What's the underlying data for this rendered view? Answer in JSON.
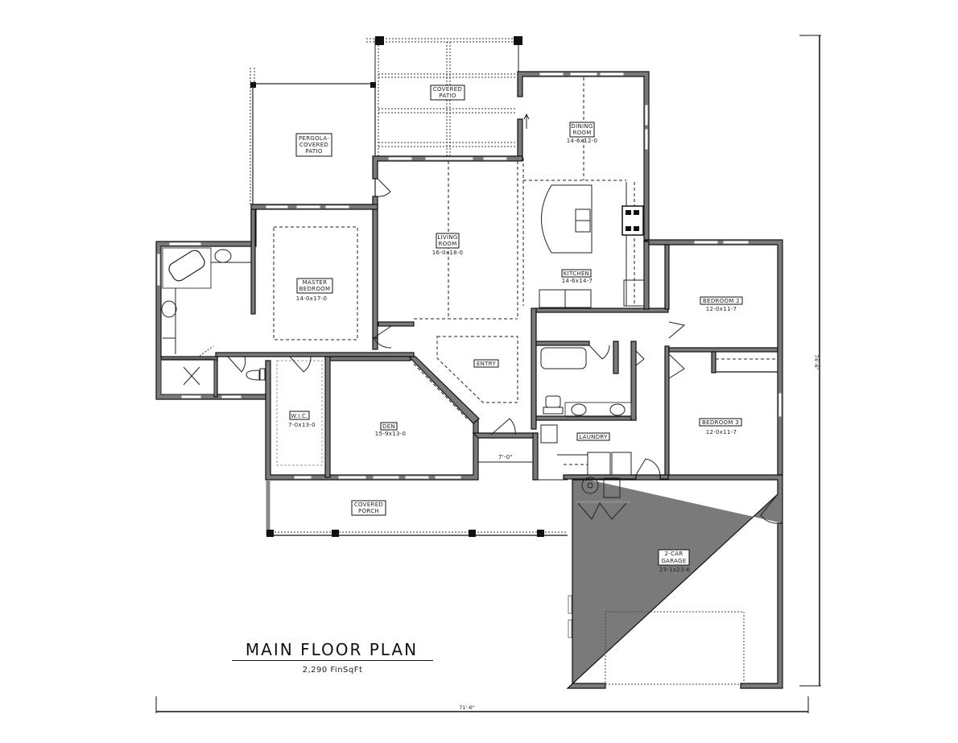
{
  "plan": {
    "title": "MAIN FLOOR PLAN",
    "subtitle": "2,290 FinSqFt",
    "overall_width": "71'-6\"",
    "overall_depth": "74'-6\"",
    "closet_dimension": "7'-0\""
  },
  "rooms": {
    "pergola_patio": {
      "name_line1": "PERGOLA-",
      "name_line2": "COVERED",
      "name_line3": "PATIO"
    },
    "covered_patio": {
      "name_line1": "COVERED",
      "name_line2": "PATIO"
    },
    "dining_room": {
      "name_line1": "DINING",
      "name_line2": "ROOM",
      "size": "14-6x12-0"
    },
    "living_room": {
      "name_line1": "LIVING",
      "name_line2": "ROOM",
      "size": "16-0x18-0"
    },
    "kitchen": {
      "name": "KITCHEN",
      "size": "14-6x14-7"
    },
    "master_bedroom": {
      "name_line1": "MASTER",
      "name_line2": "BEDROOM",
      "size": "14-0x17-0"
    },
    "bedroom_2": {
      "name": "BEDROOM 2",
      "size": "12-0x11-7"
    },
    "bedroom_3": {
      "name": "BEDROOM 3",
      "size": "12-0x11-7"
    },
    "entry": {
      "name": "ENTRY"
    },
    "wic": {
      "name": "W.I.C.",
      "size": "7-0x13-0"
    },
    "den": {
      "name": "DEN",
      "size": "15-9x13-0"
    },
    "laundry": {
      "name": "LAUNDRY"
    },
    "covered_porch": {
      "name_line1": "COVERED",
      "name_line2": "PORCH"
    },
    "garage": {
      "name_line1": "2-CAR",
      "name_line2": "GARAGE",
      "size": "23-1x23-6"
    }
  }
}
